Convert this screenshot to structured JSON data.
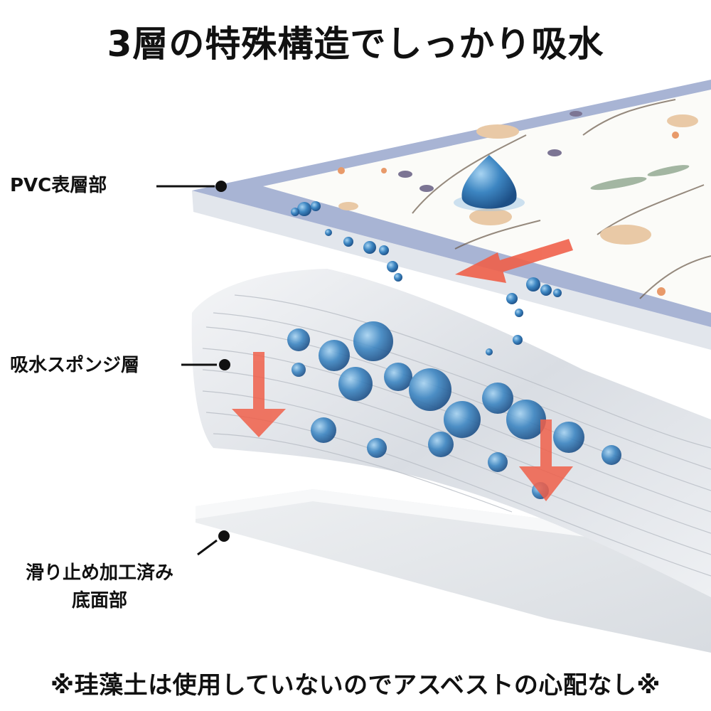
{
  "title": "3層の特殊構造でしっかり吸水",
  "labels": {
    "top_layer": "PVC表層部",
    "middle_layer": "吸水スポンジ層",
    "bottom_layer_line1": "滑り止め加工済み",
    "bottom_layer_line2": "底面部"
  },
  "footnote": "※珪藻土は使用していないのでアスベストの心配なし※",
  "colors": {
    "accent_arrow": "#f0604a",
    "water_drop": "#3d86c2",
    "layer_edge": "#d7dce6",
    "border_blue": "#a8b4d4"
  }
}
